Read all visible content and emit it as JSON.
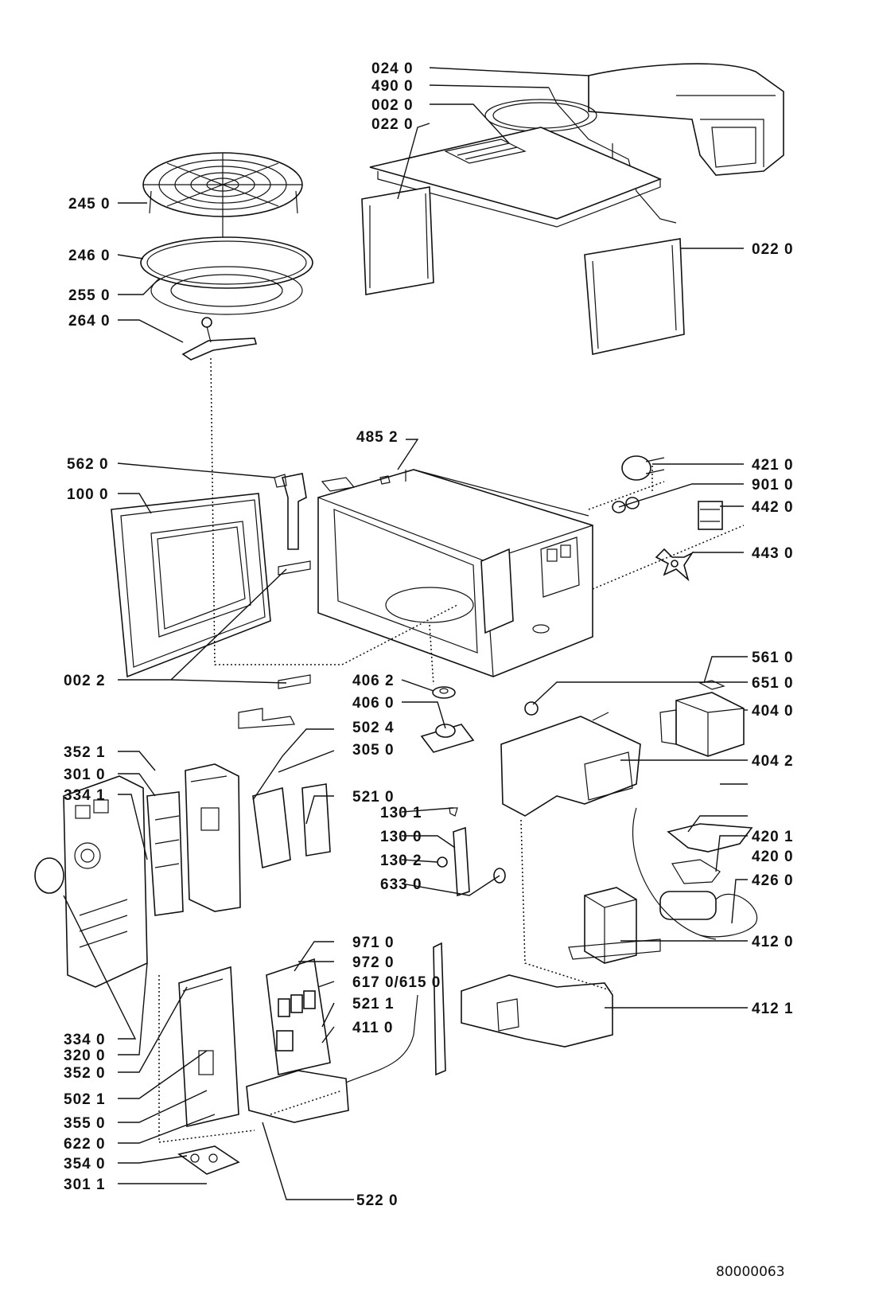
{
  "diagram": {
    "title": "Microwave oven exploded parts view",
    "drawing_number": "80000063",
    "labels": [
      {
        "id": "024-0",
        "text": "024 0"
      },
      {
        "id": "490-0",
        "text": "490 0"
      },
      {
        "id": "002-0",
        "text": "002 0"
      },
      {
        "id": "022-0-top",
        "text": "022 0"
      },
      {
        "id": "245-0",
        "text": "245 0"
      },
      {
        "id": "246-0",
        "text": "246 0"
      },
      {
        "id": "255-0",
        "text": "255 0"
      },
      {
        "id": "264-0",
        "text": "264 0"
      },
      {
        "id": "022-0-right",
        "text": "022 0"
      },
      {
        "id": "485-2",
        "text": "485 2"
      },
      {
        "id": "562-0",
        "text": "562 0"
      },
      {
        "id": "100-0",
        "text": "100 0"
      },
      {
        "id": "421-0",
        "text": "421 0"
      },
      {
        "id": "901-0",
        "text": "901 0"
      },
      {
        "id": "442-0",
        "text": "442 0"
      },
      {
        "id": "443-0",
        "text": "443 0"
      },
      {
        "id": "002-2",
        "text": "002 2"
      },
      {
        "id": "406-2",
        "text": "406 2"
      },
      {
        "id": "406-0",
        "text": "406 0"
      },
      {
        "id": "561-0",
        "text": "561 0"
      },
      {
        "id": "651-0",
        "text": "651 0"
      },
      {
        "id": "404-0",
        "text": "404 0"
      },
      {
        "id": "404-2",
        "text": "404 2"
      },
      {
        "id": "502-4",
        "text": "502 4"
      },
      {
        "id": "305-0",
        "text": "305 0"
      },
      {
        "id": "352-1",
        "text": "352 1"
      },
      {
        "id": "301-0",
        "text": "301 0"
      },
      {
        "id": "334-1",
        "text": "334 1"
      },
      {
        "id": "521-0",
        "text": "521 0"
      },
      {
        "id": "130-1",
        "text": "130 1"
      },
      {
        "id": "130-0",
        "text": "130 0"
      },
      {
        "id": "130-2",
        "text": "130 2"
      },
      {
        "id": "633-0",
        "text": "633 0"
      },
      {
        "id": "420-1",
        "text": "420 1"
      },
      {
        "id": "420-0",
        "text": "420 0"
      },
      {
        "id": "426-0",
        "text": "426 0"
      },
      {
        "id": "412-0",
        "text": "412 0"
      },
      {
        "id": "412-1",
        "text": "412 1"
      },
      {
        "id": "971-0",
        "text": "971 0"
      },
      {
        "id": "972-0",
        "text": "972 0"
      },
      {
        "id": "617-0-615-0",
        "text": "617 0/615 0"
      },
      {
        "id": "521-1",
        "text": "521 1"
      },
      {
        "id": "411-0",
        "text": "411 0"
      },
      {
        "id": "334-0",
        "text": "334 0"
      },
      {
        "id": "320-0",
        "text": "320 0"
      },
      {
        "id": "352-0",
        "text": "352 0"
      },
      {
        "id": "502-1",
        "text": "502 1"
      },
      {
        "id": "355-0",
        "text": "355 0"
      },
      {
        "id": "622-0",
        "text": "622 0"
      },
      {
        "id": "354-0",
        "text": "354 0"
      },
      {
        "id": "301-1",
        "text": "301 1"
      },
      {
        "id": "522-0",
        "text": "522 0"
      }
    ]
  }
}
